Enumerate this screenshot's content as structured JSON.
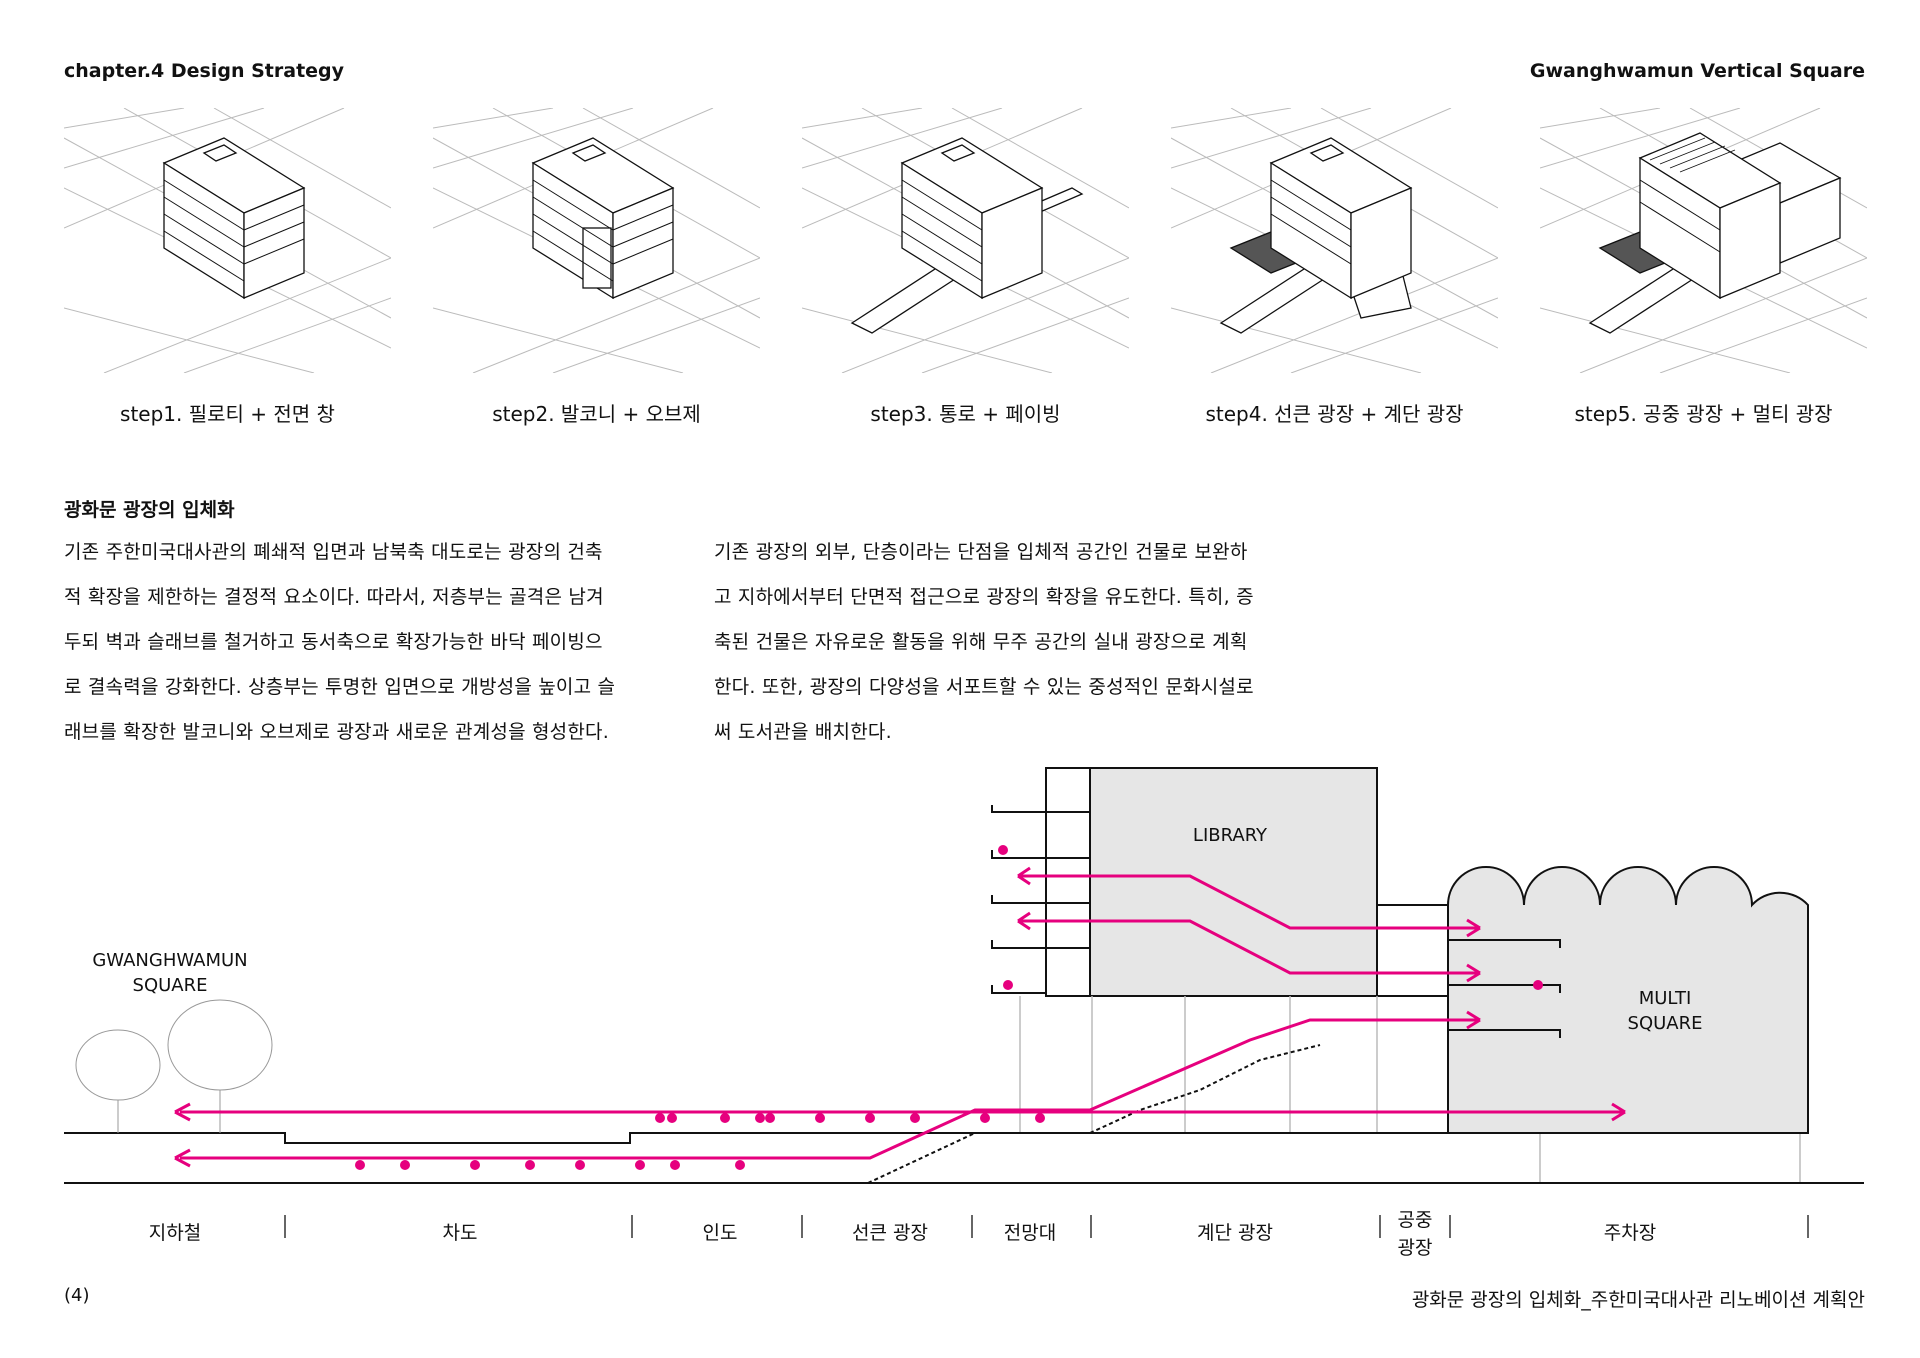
{
  "header": {
    "chapter": "chapter.4 Design Strategy",
    "project": "Gwanghwamun Vertical Square"
  },
  "steps": [
    {
      "caption": "step1. 필로티 + 전면 창"
    },
    {
      "caption": "step2. 발코니 + 오브제"
    },
    {
      "caption": "step3. 통로 + 페이빙"
    },
    {
      "caption": "step4. 선큰 광장 + 계단 광장"
    },
    {
      "caption": "step5. 공중 광장 + 멀티 광장"
    }
  ],
  "section": {
    "title": "광화문 광장의 입체화",
    "para1": [
      "기존 주한미국대사관의 폐쇄적 입면과 남북축 대도로는 광장의 건축",
      "적 확장을 제한하는 결정적 요소이다. 따라서, 저층부는 골격은 남겨",
      "두되 벽과 슬래브를 철거하고 동서축으로 확장가능한 바닥 페이빙으",
      "로 결속력을 강화한다. 상층부는 투명한 입면으로 개방성을 높이고 슬",
      "래브를 확장한 발코니와 오브제로 광장과 새로운 관계성을 형성한다."
    ],
    "para2": [
      "기존 광장의 외부, 단층이라는 단점을 입체적 공간인 건물로 보완하",
      "고 지하에서부터 단면적 접근으로 광장의 확장을 유도한다. 특히, 증",
      "축된 건물은 자유로운 활동을 위해 무주 공간의 실내 광장으로 계획",
      "한다. 또한, 광장의 다양성을 서포트할 수 있는 중성적인 문화시설로",
      "써 도서관을 배치한다."
    ]
  },
  "diagram": {
    "library_label": "LIBRARY",
    "multi_label_1": "MULTI",
    "multi_label_2": "SQUARE",
    "square_label_1": "GWANGHWAMUN",
    "square_label_2": "SQUARE",
    "accent_color": "#e6007e",
    "fill_color": "#e6e6e6",
    "zones": [
      {
        "label": "지하철"
      },
      {
        "label": "차도"
      },
      {
        "label": "인도"
      },
      {
        "label": "선큰 광장"
      },
      {
        "label": "전망대"
      },
      {
        "label": "계단 광장"
      },
      {
        "label_1": "공중",
        "label_2": "광장"
      },
      {
        "label": "주차장"
      }
    ]
  },
  "footer": {
    "page": "(4)",
    "title": "광화문 광장의 입체화_주한미국대사관 리노베이션 계획안"
  }
}
